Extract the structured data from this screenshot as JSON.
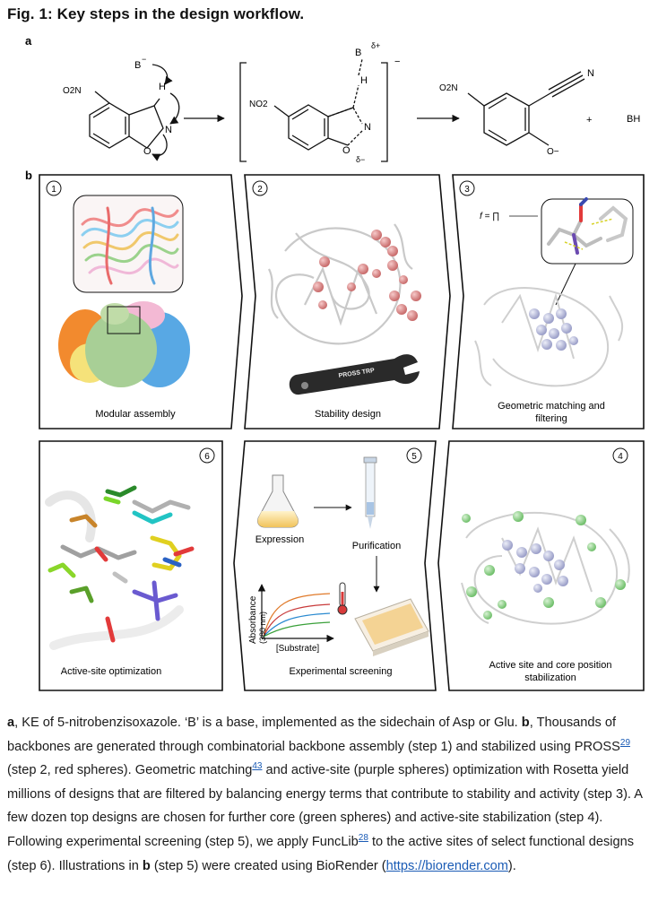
{
  "figure": {
    "title": "Fig. 1: Key steps in the design workflow.",
    "panel_a_label": "a",
    "panel_b_label": "b",
    "chem": {
      "base": "B",
      "base_charge": "−",
      "hydrogen": "H",
      "delta_plus": "δ+",
      "delta_minus": "δ−",
      "nitro_left": "O2N",
      "nitro_ts": "NO2",
      "nitro_product": "O2N",
      "nitrogen": "N",
      "oxygen": "O",
      "product_o_minus": "O−",
      "nitrile_n": "N",
      "plus": "+",
      "bh": "BH",
      "ts_charge": "−"
    },
    "steps": [
      {
        "number": "1",
        "label": "Modular assembly"
      },
      {
        "number": "2",
        "label": "Stability design"
      },
      {
        "number": "3",
        "label_line1": "Geometric matching and",
        "label_line2": "filtering"
      },
      {
        "number": "4",
        "label_line1": "Active site and core position",
        "label_line2": "stabilization"
      },
      {
        "number": "5",
        "label": "Experimental screening"
      },
      {
        "number": "6",
        "label": "Active-site optimization"
      }
    ],
    "step2_tool_text": "PROSS TRP",
    "step3_formula": "f = ∏",
    "step5": {
      "expression": "Expression",
      "purification": "Purification",
      "y_axis": "Absorbance",
      "y_axis_unit": "(380 nm)",
      "x_axis": "[Substrate]"
    }
  },
  "caption": {
    "a_label": "a",
    "a_text": ", KE of 5-nitrobenzisoxazole. ‘B’ is a base, implemented as the sidechain of Asp or Glu. ",
    "b_label": "b",
    "b_text1": ", Thousands of backbones are generated through combinatorial backbone assembly (step 1) and stabilized using PROSS",
    "ref1": "29",
    "b_text2": " (step 2, red spheres). Geometric matching",
    "ref2": "43",
    "b_text3": " and active-site (purple spheres) optimization with Rosetta yield millions of designs that are filtered by balancing energy terms that contribute to stability and activity (step 3). A few dozen top designs are chosen for further core (green spheres) and active-site stabilization (step 4). Following experimental screening (step 5), we apply FuncLib",
    "ref3": "28",
    "b_text4": " to the active sites of select functional designs (step 6). Illustrations in ",
    "b_label2": "b",
    "b_text5": " (step 5) were created using BioRender (",
    "link": "https://biorender.com",
    "b_text6": ")."
  }
}
